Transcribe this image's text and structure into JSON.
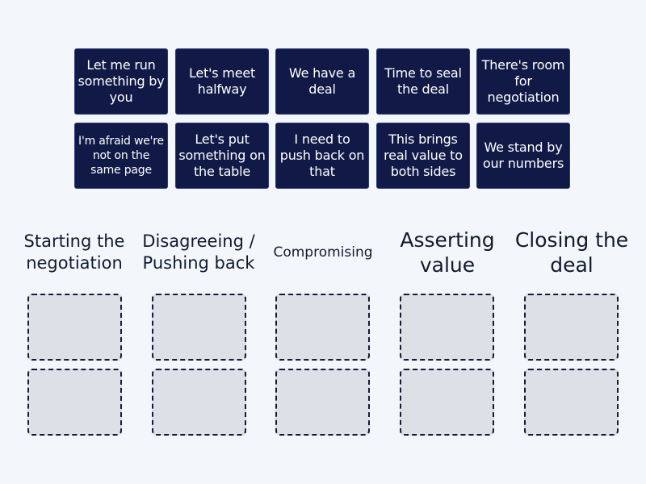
{
  "colors": {
    "background": "#f3f7fc",
    "card_fill": "#111a47",
    "card_text": "#ffffff",
    "header_text": "#111a2e",
    "zone_fill": "#dde0e7",
    "zone_border": "#151b33"
  },
  "cards": [
    {
      "label": "Let me run something by you"
    },
    {
      "label": "Let's meet halfway"
    },
    {
      "label": "We have a deal"
    },
    {
      "label": "Time to seal the deal"
    },
    {
      "label": "There's room for negotiation"
    },
    {
      "label": "I'm afraid we're not on the same page"
    },
    {
      "label": "Let's put something on the table"
    },
    {
      "label": "I need to push back on that"
    },
    {
      "label": "This brings real value to both sides"
    },
    {
      "label": "We stand by our numbers"
    }
  ],
  "categories": [
    {
      "title": "Starting the negotiation",
      "slots": 2
    },
    {
      "title": "Disagreeing / Pushing back",
      "slots": 2
    },
    {
      "title": "Compromising",
      "slots": 2
    },
    {
      "title": "Asserting value",
      "slots": 2
    },
    {
      "title": "Closing the deal",
      "slots": 2
    }
  ]
}
